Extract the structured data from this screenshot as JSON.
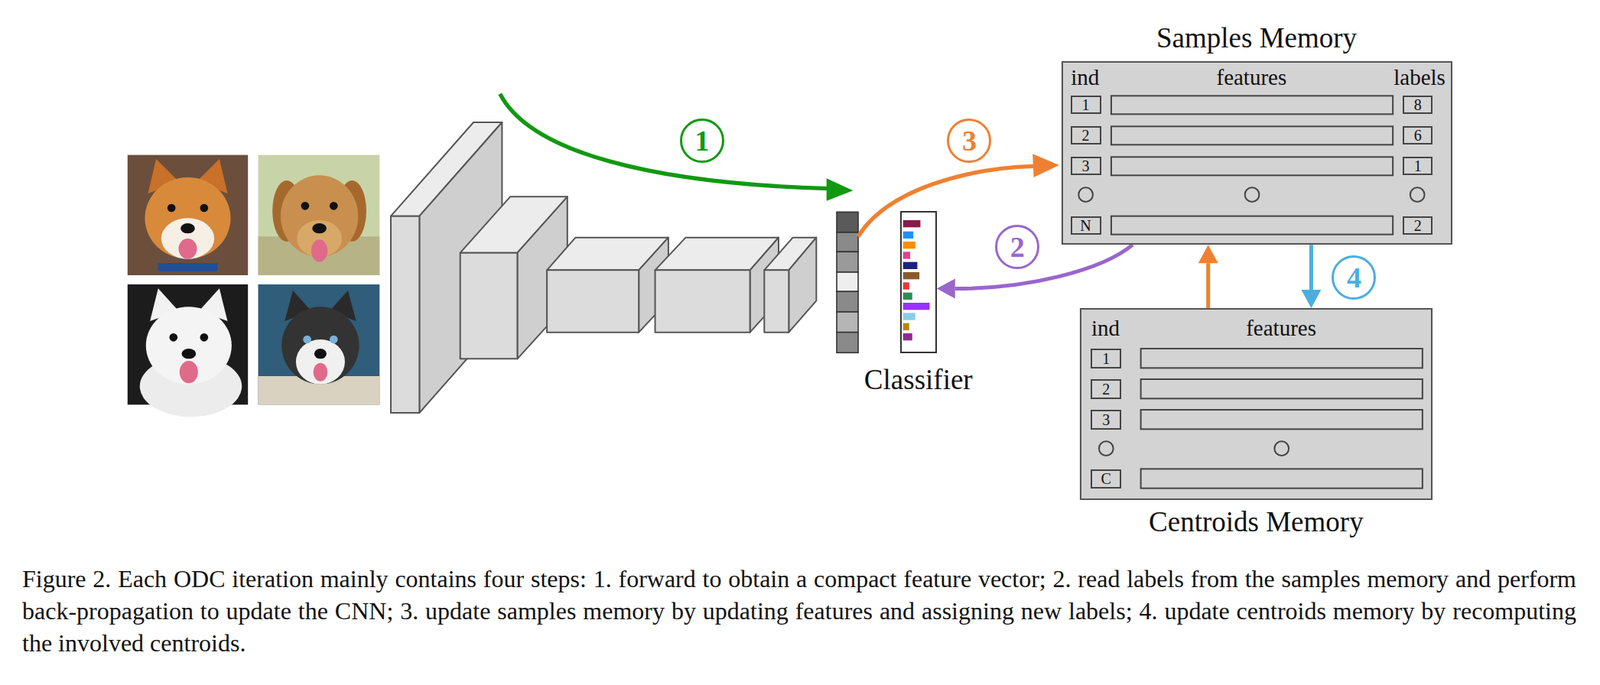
{
  "diagram": {
    "caption": "Figure 2. Each ODC iteration mainly contains four steps: 1. forward to obtain a compact feature vector; 2. read labels from the samples memory and perform back-propagation to update the CNN; 3. update samples memory by updating features and assigning new labels; 4. update centroids memory by recomputing the involved centroids.",
    "nodes": [
      {
        "text": [
          "Classifier"
        ]
      },
      {
        "text": [
          "Samples Memory",
          "ind",
          "features",
          "labels"
        ]
      },
      {
        "text": [
          "1"
        ],
        "in": 1
      },
      {
        "text": [
          "2"
        ],
        "in": 1
      },
      {
        "text": [
          "3"
        ],
        "in": 1
      },
      {
        "text": [
          "N"
        ],
        "in": 1
      },
      {
        "text": [
          "8"
        ],
        "in": 1
      },
      {
        "text": [
          "6"
        ],
        "in": 1
      },
      {
        "text": [
          "1"
        ],
        "in": 1
      },
      {
        "text": [
          "2"
        ],
        "in": 1
      },
      {
        "text": [
          "ind",
          "features",
          "Centroids Memory"
        ]
      },
      {
        "text": [
          "1"
        ],
        "in": 10
      },
      {
        "text": [
          "2"
        ],
        "in": 10
      },
      {
        "text": [
          "3"
        ],
        "in": 10
      },
      {
        "text": [
          "C"
        ],
        "in": 10
      }
    ],
    "edges": [
      {
        "from": 1,
        "to": 0,
        "arrow": "to",
        "label": "2"
      },
      {
        "from": 10,
        "to": 1,
        "arrow": "to"
      },
      {
        "from": 1,
        "to": 10,
        "arrow": "to",
        "label": "4"
      }
    ],
    "labels": [
      "1",
      "3"
    ]
  }
}
